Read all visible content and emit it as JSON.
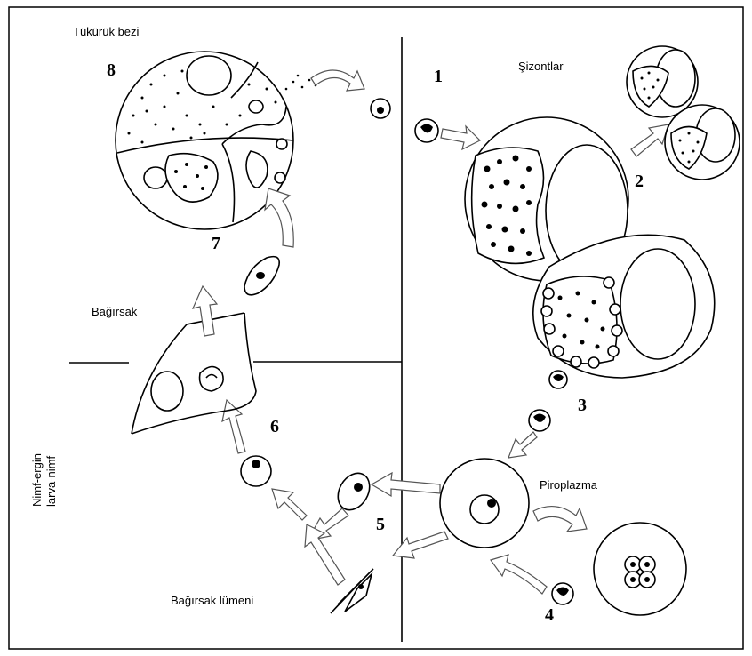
{
  "labels": {
    "salivary_gland": "Tükürük bezi",
    "schizonts": "Şizontlar",
    "gut": "Bağırsak",
    "piroplasm": "Piroplazma",
    "gut_lumen": "Bağırsak lümeni",
    "host_line1": "Nimf-ergin",
    "host_line2": "larva-nimf"
  },
  "stages": {
    "s1": "1",
    "s2": "2",
    "s3": "3",
    "s4": "4",
    "s5": "5",
    "s6": "6",
    "s7": "7",
    "s8": "8"
  },
  "colors": {
    "ink": "#000000",
    "arrow_outline": "#555555",
    "background": "#ffffff"
  }
}
